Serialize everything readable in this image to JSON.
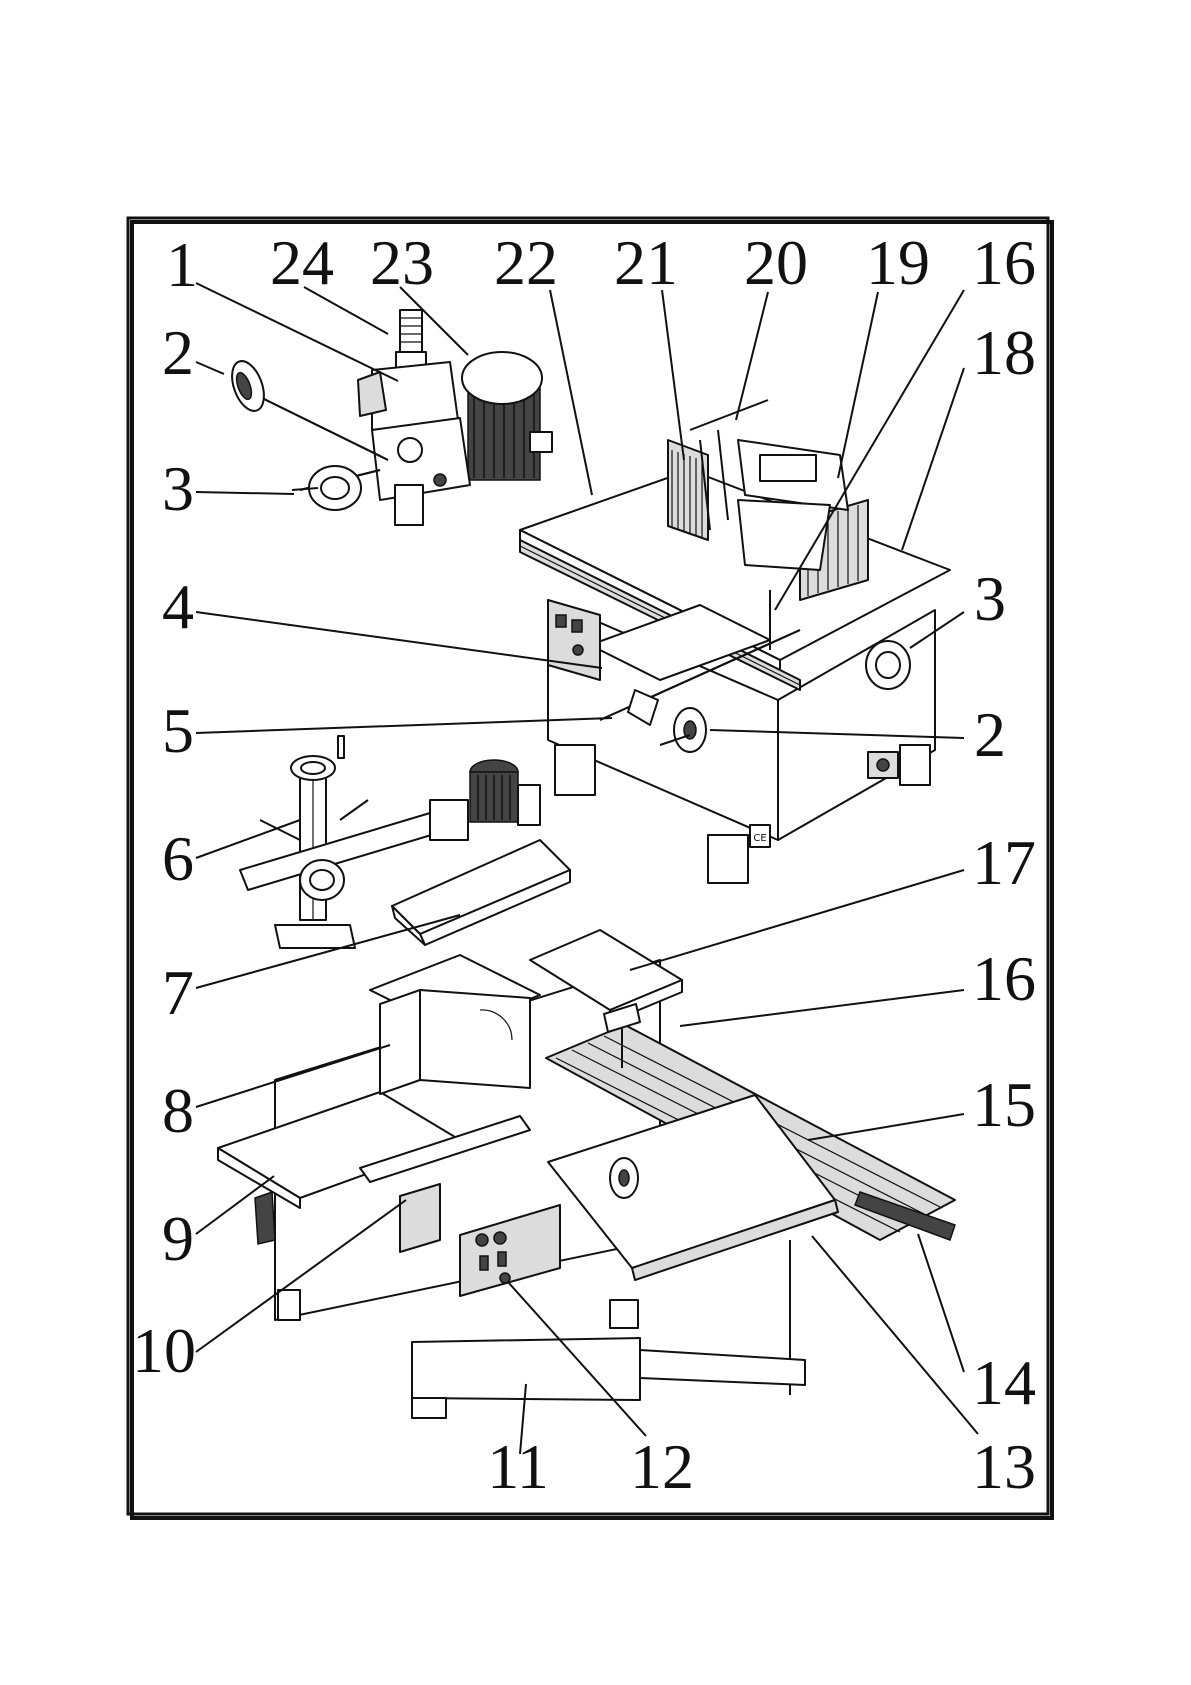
{
  "figure": {
    "callouts": [
      {
        "id": "c1",
        "label": "1"
      },
      {
        "id": "c24",
        "label": "24"
      },
      {
        "id": "c23",
        "label": "23"
      },
      {
        "id": "c22",
        "label": "22"
      },
      {
        "id": "c21",
        "label": "21"
      },
      {
        "id": "c20",
        "label": "20"
      },
      {
        "id": "c19",
        "label": "19"
      },
      {
        "id": "c16a",
        "label": "16"
      },
      {
        "id": "c18",
        "label": "18"
      },
      {
        "id": "c2a",
        "label": "2"
      },
      {
        "id": "c3a",
        "label": "3"
      },
      {
        "id": "c4",
        "label": "4"
      },
      {
        "id": "c3b",
        "label": "3"
      },
      {
        "id": "c5",
        "label": "5"
      },
      {
        "id": "c2b",
        "label": "2"
      },
      {
        "id": "c6",
        "label": "6"
      },
      {
        "id": "c17",
        "label": "17"
      },
      {
        "id": "c7",
        "label": "7"
      },
      {
        "id": "c16b",
        "label": "16"
      },
      {
        "id": "c8",
        "label": "8"
      },
      {
        "id": "c15",
        "label": "15"
      },
      {
        "id": "c9",
        "label": "9"
      },
      {
        "id": "c10",
        "label": "10"
      },
      {
        "id": "c14",
        "label": "14"
      },
      {
        "id": "c11",
        "label": "11"
      },
      {
        "id": "c12",
        "label": "12"
      },
      {
        "id": "c13",
        "label": "13"
      }
    ],
    "marking": "CE"
  }
}
